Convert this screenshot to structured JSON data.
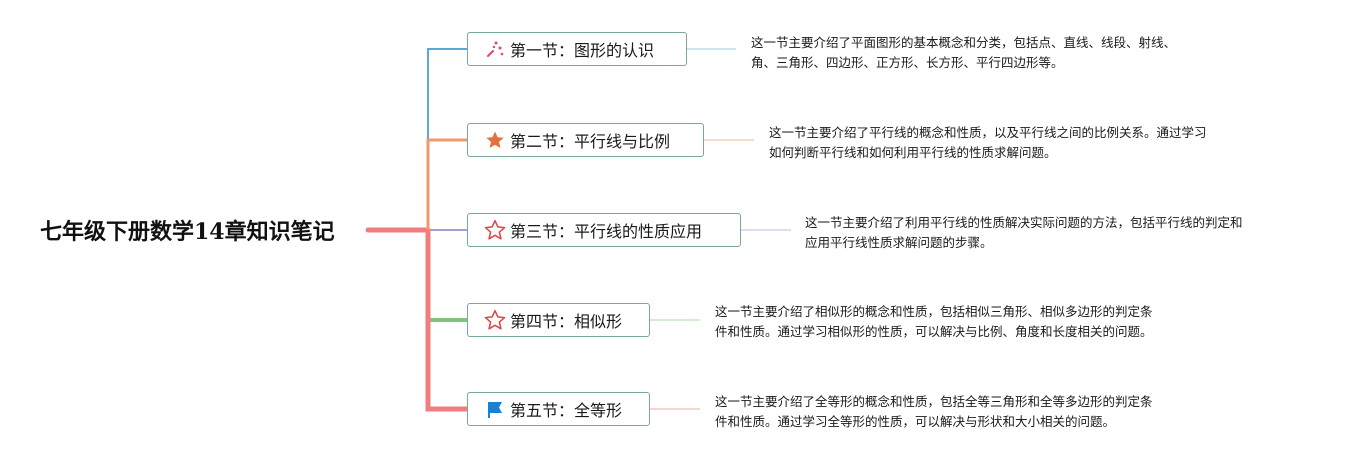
{
  "root": {
    "title": "七年级下册数学14章知识笔记"
  },
  "branches": [
    {
      "title": "第一节：图形的认识",
      "icon": "sparkle-icon",
      "color": "#5aa9d6",
      "note": [
        "这一节主要介绍了平面图形的基本概念和分类，包括点、直线、线段、射线、",
        "角、三角形、四边形、正方形、长方形、平行四边形等。"
      ]
    },
    {
      "title": "第二节：平行线与比例",
      "icon": "star-filled-icon",
      "color": "#ee9a6e",
      "note": [
        "这一节主要介绍了平行线的概念和性质，以及平行线之间的比例关系。通过学习",
        "如何判断平行线和如何利用平行线的性质求解问题。"
      ]
    },
    {
      "title": "第三节：平行线的性质应用",
      "icon": "star-outline-icon",
      "color": "#a99bd6",
      "note": [
        "这一节主要介绍了利用平行线的性质解决实际问题的方法，包括平行线的判定和",
        "应用平行线性质求解问题的步骤。"
      ]
    },
    {
      "title": "第四节：相似形",
      "icon": "star-outline-icon",
      "color": "#7ec77a",
      "note": [
        "这一节主要介绍了相似形的概念和性质，包括相似三角形、相似多边形的判定条",
        "件和性质。通过学习相似形的性质，可以解决与比例、角度和长度相关的问题。"
      ]
    },
    {
      "title": "第五节：全等形",
      "icon": "flag-icon",
      "color": "#f07e7e",
      "note": [
        "这一节主要介绍了全等形的概念和性质，包括全等三角形和全等多边形的判定条",
        "件和性质。通过学习全等形的性质，可以解决与形状和大小相关的问题。"
      ]
    }
  ]
}
